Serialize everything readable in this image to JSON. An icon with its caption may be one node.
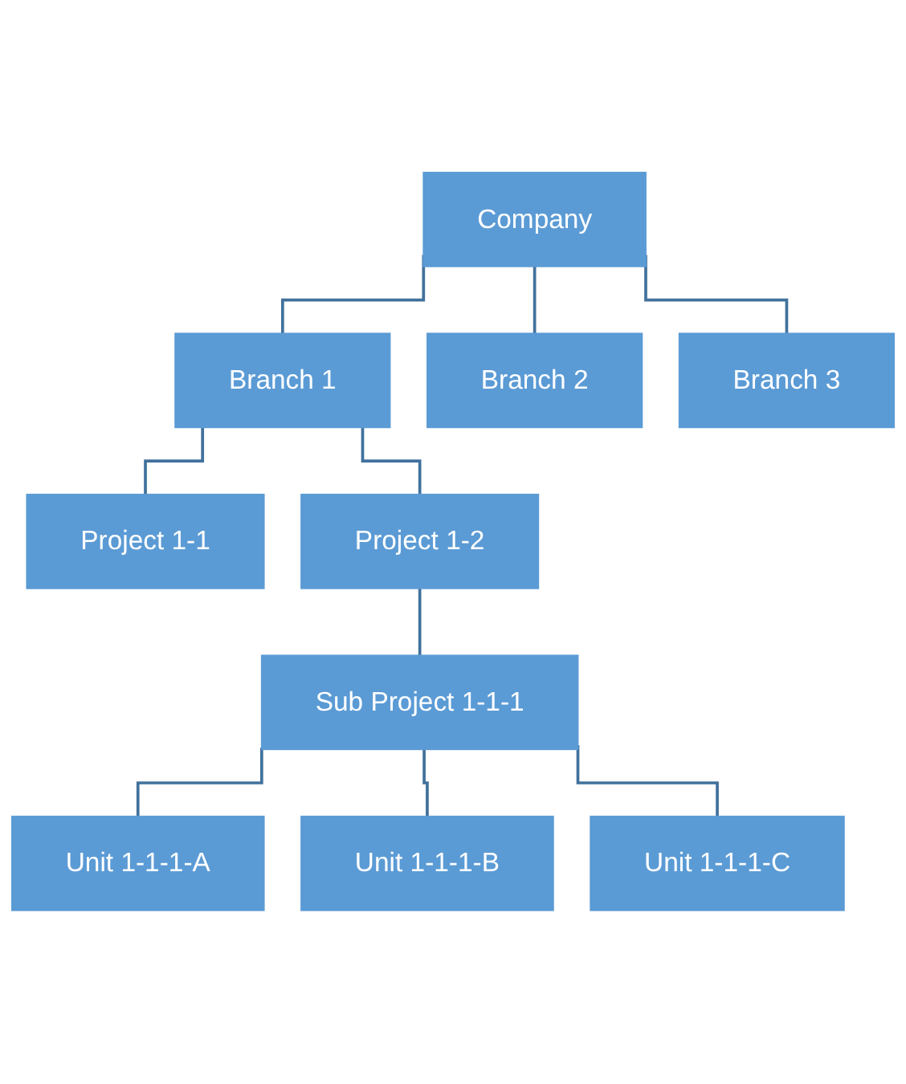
{
  "diagram": {
    "nodes": [
      {
        "text": [
          "Company"
        ]
      },
      {
        "text": [
          "Branch 1"
        ]
      },
      {
        "text": [
          "Branch 2"
        ]
      },
      {
        "text": [
          "Branch 3"
        ]
      },
      {
        "text": [
          "Project 1-1"
        ]
      },
      {
        "text": [
          "Project 1-2"
        ]
      },
      {
        "text": [
          "Sub Project 1-1-1"
        ]
      },
      {
        "text": [
          "Unit 1-1-1-A"
        ]
      },
      {
        "text": [
          "Unit 1-1-1-B"
        ]
      },
      {
        "text": [
          "Unit 1-1-1-C"
        ]
      }
    ],
    "edges": [
      {
        "from": 0,
        "to": 1,
        "arrow": "none"
      },
      {
        "from": 0,
        "to": 2,
        "arrow": "none"
      },
      {
        "from": 0,
        "to": 3,
        "arrow": "none"
      },
      {
        "from": 1,
        "to": 4,
        "arrow": "none"
      },
      {
        "from": 1,
        "to": 5,
        "arrow": "none"
      },
      {
        "from": 5,
        "to": 6,
        "arrow": "none"
      },
      {
        "from": 6,
        "to": 7,
        "arrow": "none"
      },
      {
        "from": 6,
        "to": 8,
        "arrow": "none"
      },
      {
        "from": 6,
        "to": 9,
        "arrow": "none"
      }
    ]
  }
}
